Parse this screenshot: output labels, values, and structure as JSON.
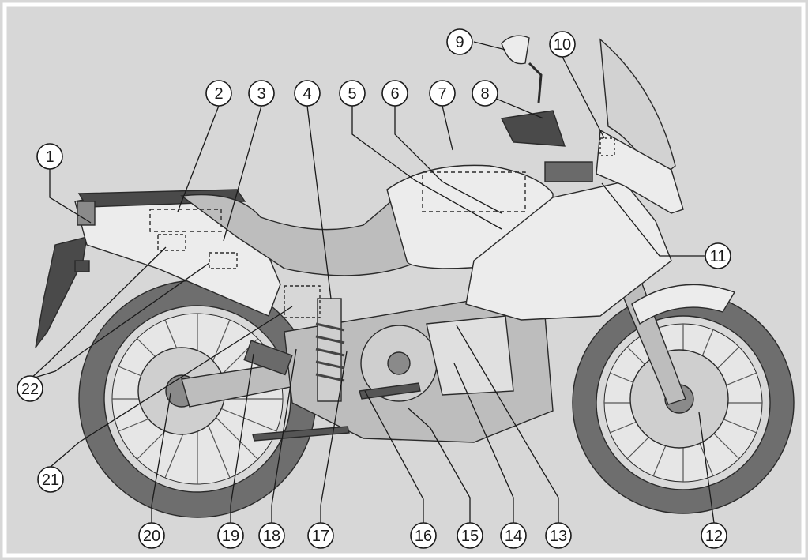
{
  "colors": {
    "background": "#d7d7d7",
    "frame": "#ffffff",
    "body_light": "#ececec",
    "body_mid": "#bdbdbd",
    "body_dark": "#4a4a4a",
    "tire": "#6e6e6e",
    "outline": "#2a2a2a"
  },
  "callouts": [
    {
      "label": "1"
    },
    {
      "label": "2"
    },
    {
      "label": "3"
    },
    {
      "label": "4"
    },
    {
      "label": "5"
    },
    {
      "label": "6"
    },
    {
      "label": "7"
    },
    {
      "label": "8"
    },
    {
      "label": "9"
    },
    {
      "label": "10"
    },
    {
      "label": "11"
    },
    {
      "label": "12"
    },
    {
      "label": "13"
    },
    {
      "label": "14"
    },
    {
      "label": "15"
    },
    {
      "label": "16"
    },
    {
      "label": "17"
    },
    {
      "label": "18"
    },
    {
      "label": "19"
    },
    {
      "label": "20"
    },
    {
      "label": "21"
    },
    {
      "label": "22"
    }
  ]
}
